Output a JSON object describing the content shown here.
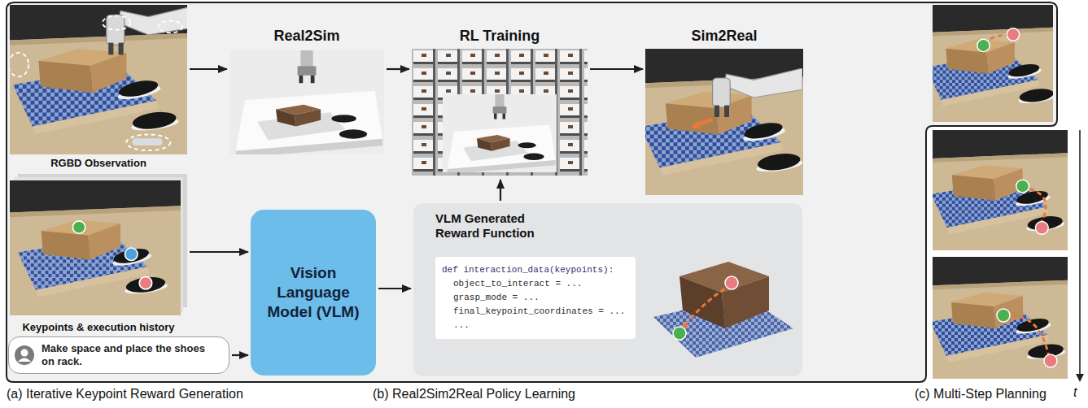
{
  "diagram": {
    "nodes": [
      {
        "text": [
          "RGBD Observation"
        ]
      },
      {
        "text": [
          "Real2Sim"
        ]
      },
      {
        "text": [
          "RL Training"
        ]
      },
      {
        "text": [
          "Sim2Real"
        ]
      },
      {
        "text": [
          "Keypoints & execution history"
        ]
      },
      {
        "text": [
          "Make space and place the shoes on rack."
        ]
      },
      {
        "text": [
          "Vision Language Model (VLM)"
        ]
      },
      {
        "text": [
          "VLM Generated Reward Function"
        ]
      },
      {
        "text": [
          "def interaction_data(keypoints):",
          "object_to_interact = ...",
          "grasp_mode = ...",
          "final_keypoint_coordinates = ...",
          "..."
        ],
        "in": 7
      }
    ],
    "edges": [
      {
        "from": 0,
        "to": 1,
        "arrow": "to"
      },
      {
        "from": 1,
        "to": 2,
        "arrow": "to"
      },
      {
        "from": 2,
        "to": 3,
        "arrow": "to"
      },
      {
        "from": 4,
        "to": 6,
        "arrow": "to"
      },
      {
        "from": 5,
        "to": 6,
        "arrow": "to"
      },
      {
        "from": 6,
        "to": 7,
        "arrow": "to"
      },
      {
        "from": 7,
        "to": 2,
        "arrow": "to"
      }
    ],
    "labels": [
      "(a) Iterative Keypoint Reward Generation",
      "(b) Real2Sim2Real Policy Learning",
      "(c) Multi-Step Planning",
      "t"
    ]
  }
}
